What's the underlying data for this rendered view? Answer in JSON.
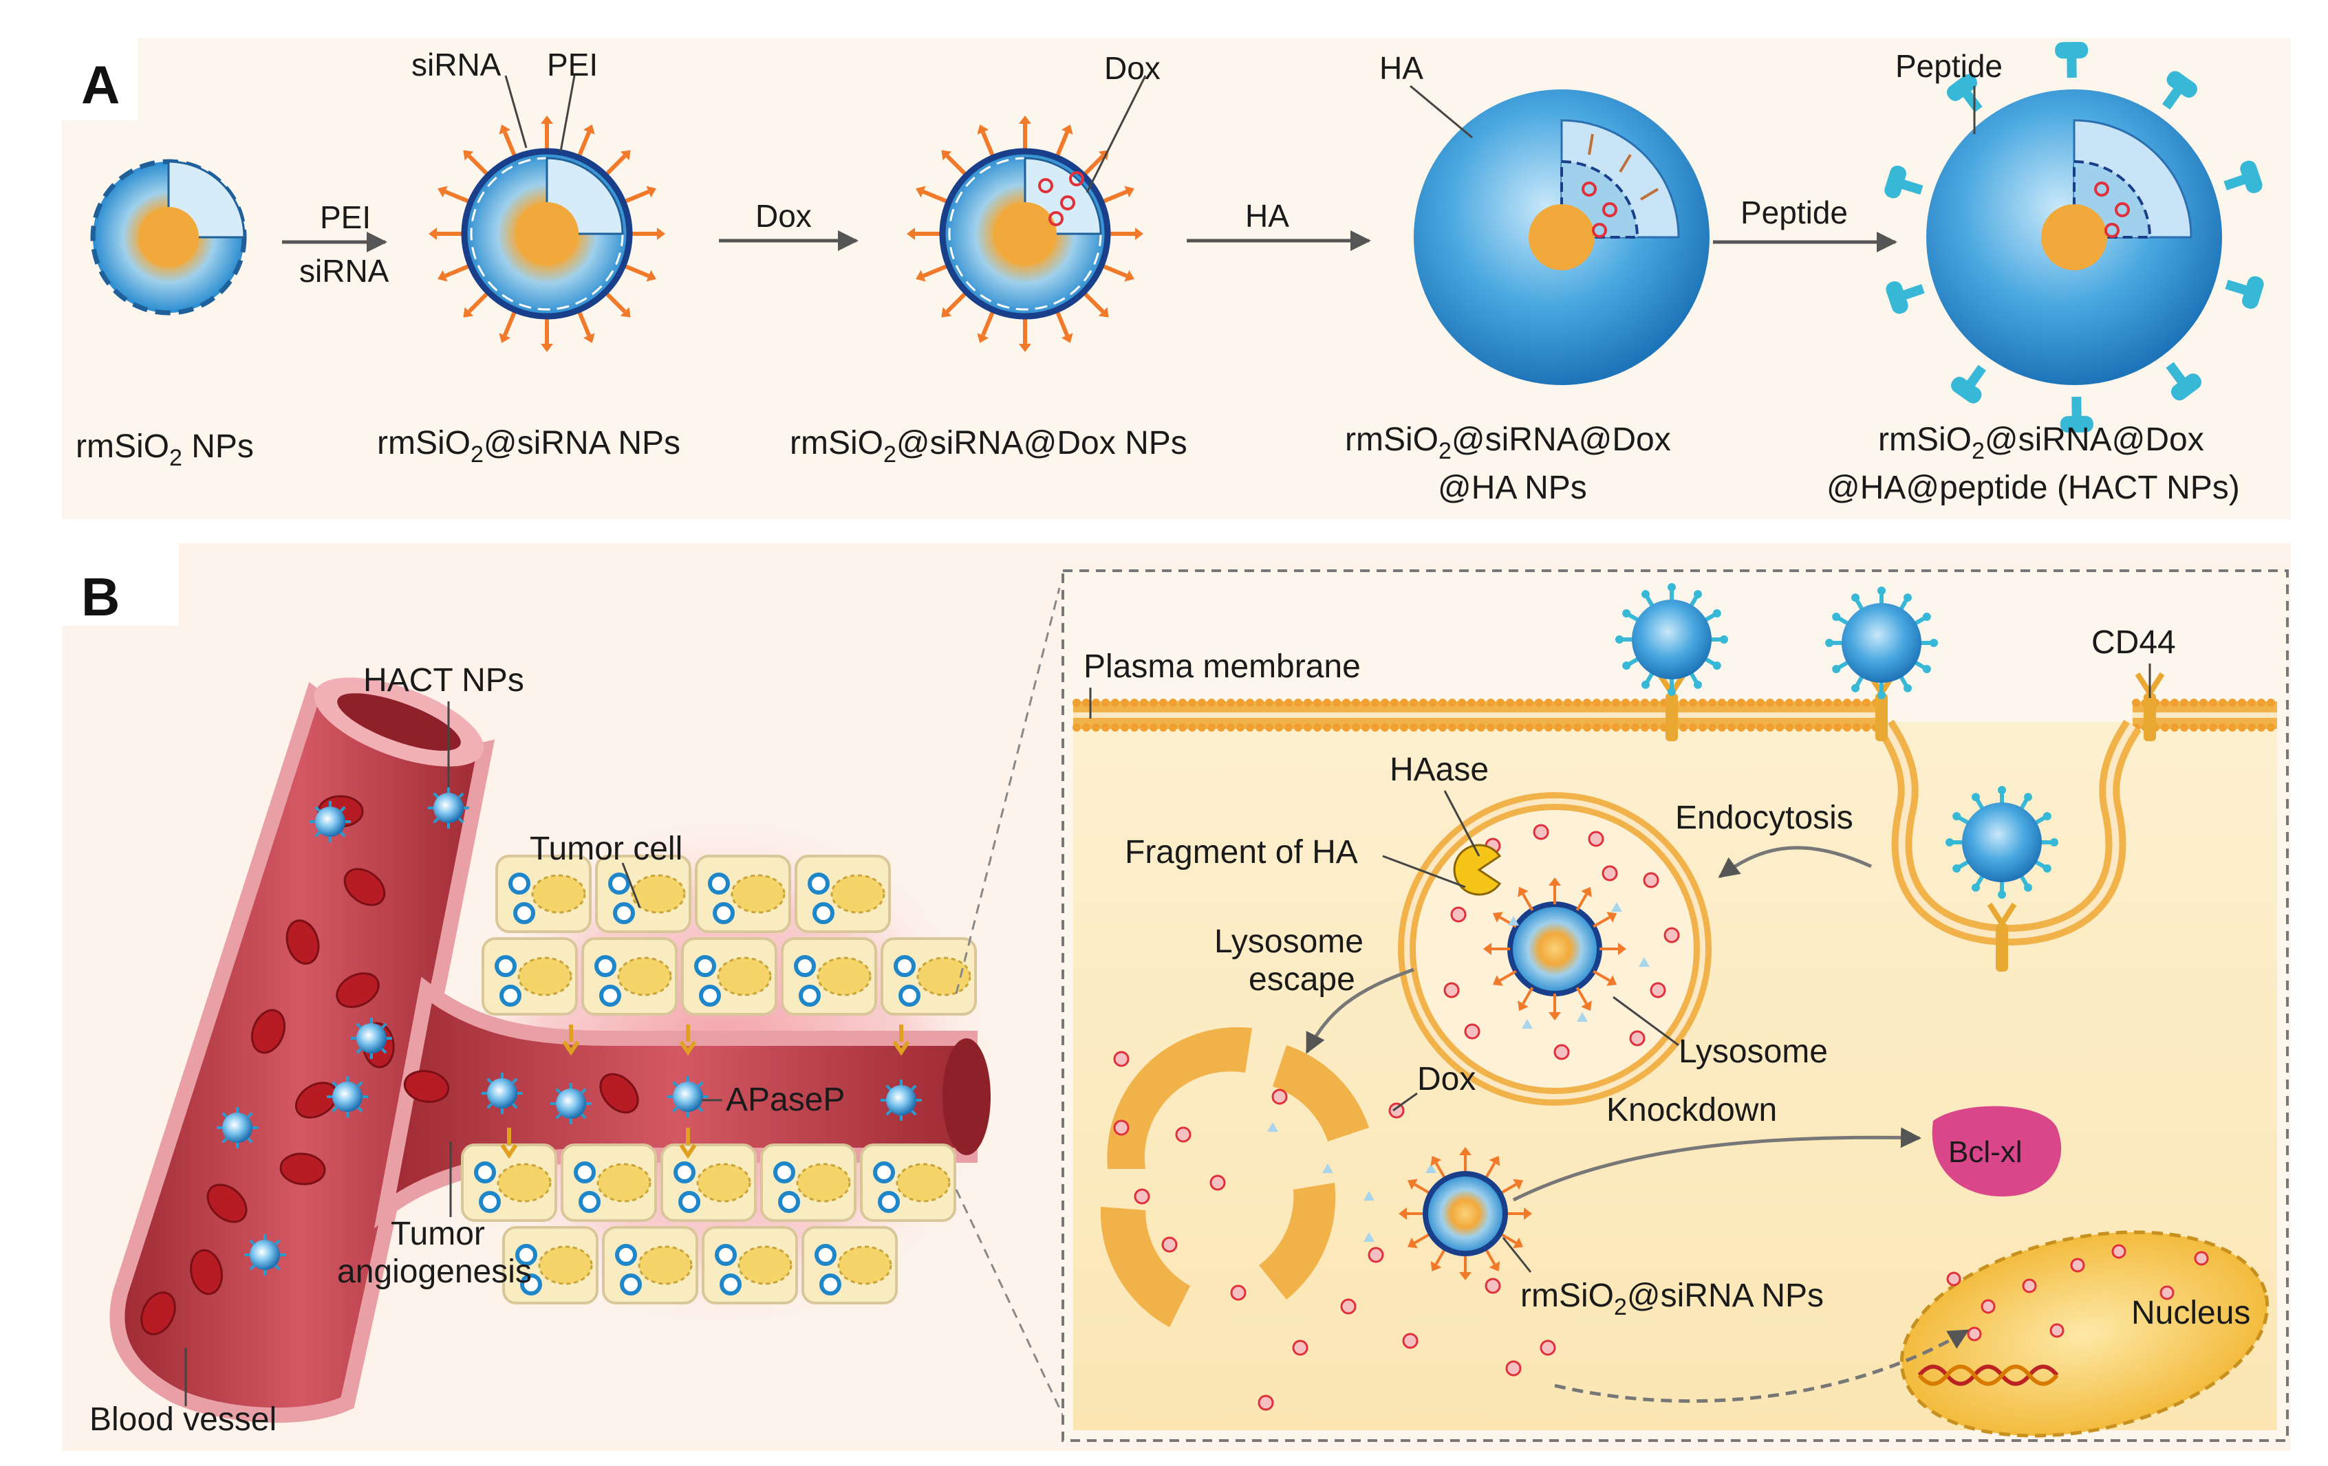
{
  "panelA": {
    "letter": "A",
    "stages": [
      {
        "name": "rmSiO",
        "sub": "2",
        "suffix": " NPs"
      },
      {
        "name": "rmSiO",
        "sub": "2",
        "suffix": "@siRNA NPs"
      },
      {
        "name": "rmSiO",
        "sub": "2",
        "suffix": "@siRNA@Dox NPs"
      },
      {
        "name": "rmSiO",
        "sub": "2",
        "suffix": "@siRNA@Dox",
        "line2": "@HA NPs"
      },
      {
        "name": "rmSiO",
        "sub": "2",
        "suffix": "@siRNA@Dox",
        "line2": "@HA@peptide (HACT NPs)"
      }
    ],
    "arrows": [
      {
        "top": "PEI",
        "bottom": "siRNA"
      },
      {
        "top": "Dox",
        "bottom": ""
      },
      {
        "top": "HA",
        "bottom": ""
      },
      {
        "top": "Peptide",
        "bottom": ""
      }
    ],
    "callouts": {
      "sirna": "siRNA",
      "pei": "PEI",
      "dox": "Dox",
      "ha": "HA",
      "peptide": "Peptide"
    }
  },
  "panelB": {
    "letter": "B",
    "hact": "HACT NPs",
    "tumor_cell": "Tumor cell",
    "apasep": "APaseP",
    "tumor_angio_1": "Tumor",
    "tumor_angio_2": "angiogenesis",
    "blood_vessel": "Blood vessel",
    "plasma_membrane": "Plasma membrane",
    "cd44": "CD44",
    "haase": "HAase",
    "endocytosis": "Endocytosis",
    "fragment": "Fragment of HA",
    "lyso_escape_1": "Lysosome",
    "lyso_escape_2": "escape",
    "lysosome": "Lysosome",
    "dox": "Dox",
    "knockdown": "Knockdown",
    "bclxl": "Bcl-xl",
    "rmsio2_name": "rmSiO",
    "rmsio2_sub": "2",
    "rmsio2_suffix": "@siRNA NPs",
    "nucleus": "Nucleus"
  },
  "colors": {
    "panel_bg": "#fdf6ec",
    "np_blue": "#2a8cd0",
    "np_core": "#f2a93b",
    "spike": "#f07a2a",
    "peptide": "#36b8d6",
    "vessel": "#c8424c",
    "vessel_light": "#e8888e",
    "cell_fill": "#f8ecc0",
    "membrane": "#f2b24a",
    "dox_red": "#e0303a",
    "bcl": "#d9468a",
    "nucleus": "#f5c542"
  }
}
